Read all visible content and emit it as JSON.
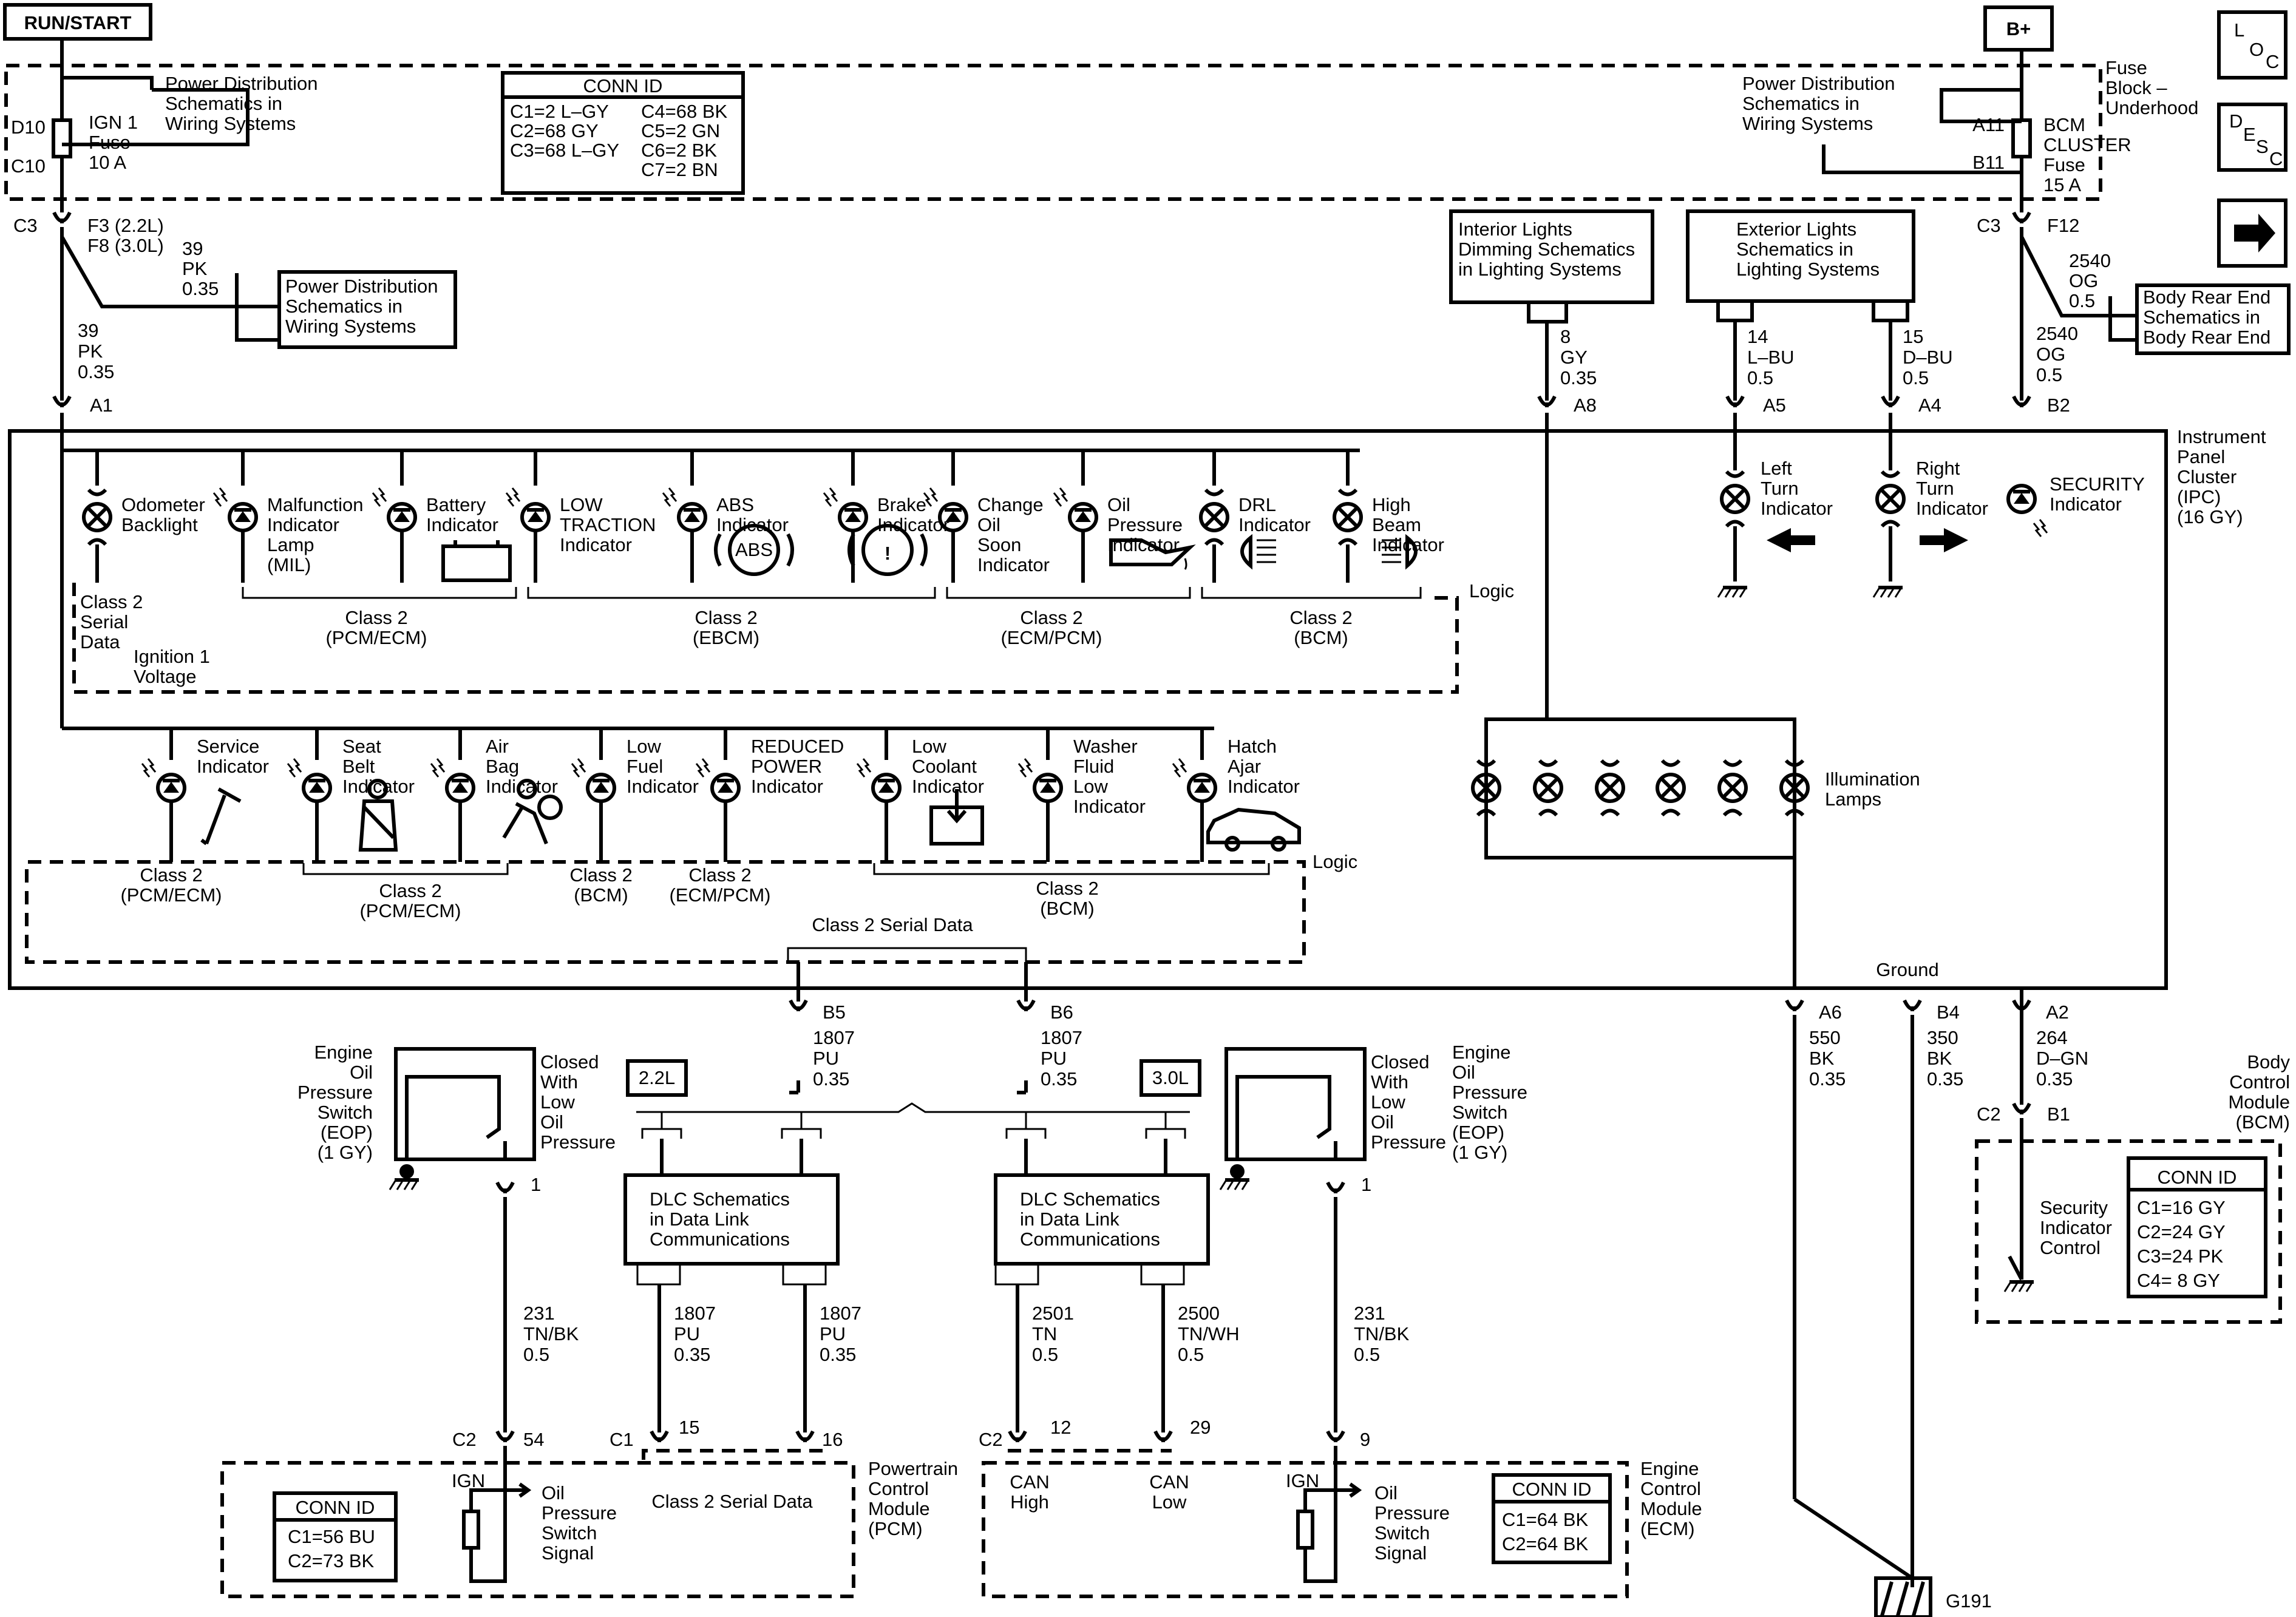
{
  "headers": {
    "run_start": "RUN/START",
    "b_plus": "B+"
  },
  "side_buttons": {
    "loc": [
      "L",
      "O",
      "C"
    ],
    "desc": [
      "D",
      "E",
      "S",
      "C"
    ],
    "next": "next-arrow-icon"
  },
  "fuse_block": {
    "label": [
      "Fuse",
      "Block –",
      "Underhood"
    ]
  },
  "left_fuse": {
    "terminals": [
      "D10",
      "C10"
    ],
    "label": [
      "IGN 1",
      "Fuse",
      "10 A"
    ],
    "pds": [
      "Power Distribution",
      "Schematics in",
      "Wiring Systems"
    ]
  },
  "right_fuse": {
    "terminals": [
      "A11",
      "B11"
    ],
    "label": [
      "BCM",
      "CLUSTER",
      "Fuse",
      "15 A"
    ],
    "pds": [
      "Power Distribution",
      "Schematics in",
      "Wiring Systems"
    ]
  },
  "conn_top": {
    "title": "CONN ID",
    "left": [
      "C1=2 L–GY",
      "C2=68 GY",
      "C3=68 L–GY"
    ],
    "right": [
      "C4=68 BK",
      "C5=2 GN",
      "C6=2 BK",
      "C7=2 BN"
    ]
  },
  "left_feed": {
    "connector": "C3",
    "pins": [
      "F3 (2.2L)",
      "F8 (3.0L)"
    ],
    "branch_wire": [
      "39",
      "PK",
      "0.35"
    ],
    "branch_ref": [
      "Power Distribution",
      "Schematics in",
      "Wiring Systems"
    ],
    "wire": [
      "39",
      "PK",
      "0.35"
    ],
    "ipc_pin": "A1"
  },
  "right_feed": {
    "connector": "C3",
    "pin": "F12",
    "branch_wire": [
      "2540",
      "OG",
      "0.5"
    ],
    "branch_ref": [
      "Body Rear End",
      "Schematics in",
      "Body Rear End"
    ],
    "wire": [
      "2540",
      "OG",
      "0.5"
    ],
    "ipc_pin": "B2"
  },
  "interior_ref": {
    "label": [
      "Interior Lights",
      "Dimming Schematics",
      "in Lighting Systems"
    ],
    "wire": [
      "8",
      "GY",
      "0.35"
    ],
    "pin": "A8"
  },
  "exterior_ref": {
    "label": [
      "Exterior Lights",
      "Schematics in",
      "Lighting Systems"
    ],
    "wires": [
      {
        "wire": [
          "14",
          "L–BU",
          "0.5"
        ],
        "pin": "A5"
      },
      {
        "wire": [
          "15",
          "D–BU",
          "0.5"
        ],
        "pin": "A4"
      }
    ]
  },
  "ipc": {
    "label": [
      "Instrument",
      "Panel",
      "Cluster",
      "(IPC)",
      "(16 GY)"
    ]
  },
  "top_indicators": [
    {
      "label": [
        "Odometer",
        "Backlight"
      ]
    },
    {
      "label": [
        "Malfunction",
        "Indicator",
        "Lamp",
        "(MIL)"
      ]
    },
    {
      "label": [
        "Battery",
        "Indicator"
      ]
    },
    {
      "label": [
        "LOW",
        "TRACTION",
        "Indicator"
      ]
    },
    {
      "label": [
        "ABS",
        "Indicator"
      ],
      "symbol": "ABS"
    },
    {
      "label": [
        "Brake",
        "Indicator"
      ],
      "symbol": "!"
    },
    {
      "label": [
        "Change",
        "Oil",
        "Soon",
        "Indicator"
      ]
    },
    {
      "label": [
        "Oil",
        "Pressure",
        "Indicator"
      ]
    },
    {
      "label": [
        "DRL",
        "Indicator"
      ]
    },
    {
      "label": [
        "High",
        "Beam",
        "Indicator"
      ]
    }
  ],
  "turn_indicators": [
    {
      "label": [
        "Left",
        "Turn",
        "Indicator"
      ]
    },
    {
      "label": [
        "Right",
        "Turn",
        "Indicator"
      ]
    }
  ],
  "security_indicator": {
    "label": [
      "SECURITY",
      "Indicator"
    ]
  },
  "top_logic": {
    "serial": [
      "Class 2",
      "Serial",
      "Data"
    ],
    "groups": [
      [
        "Class 2",
        "(PCM/ECM)"
      ],
      [
        "Class 2",
        "(EBCM)"
      ],
      [
        "Class 2",
        "(ECM/PCM)"
      ],
      [
        "Class 2",
        "(BCM)"
      ]
    ],
    "logic": "Logic"
  },
  "ignition_voltage": [
    "Ignition 1",
    "Voltage"
  ],
  "bottom_indicators": [
    {
      "label": [
        "Service",
        "Indicator"
      ]
    },
    {
      "label": [
        "Seat",
        "Belt",
        "Indicator"
      ]
    },
    {
      "label": [
        "Air",
        "Bag",
        "Indicator"
      ]
    },
    {
      "label": [
        "Low",
        "Fuel",
        "Indicator"
      ]
    },
    {
      "label": [
        "REDUCED",
        "POWER",
        "Indicator"
      ]
    },
    {
      "label": [
        "Low",
        "Coolant",
        "Indicator"
      ]
    },
    {
      "label": [
        "Washer",
        "Fluid",
        "Low",
        "Indicator"
      ]
    },
    {
      "label": [
        "Hatch",
        "Ajar",
        "Indicator"
      ]
    }
  ],
  "bottom_logic": {
    "groups": [
      [
        "Class 2",
        "(PCM/ECM)"
      ],
      [
        "Class 2",
        "(PCM/ECM)"
      ],
      [
        "Class 2",
        "(BCM)"
      ],
      [
        "Class 2",
        "(ECM/PCM)"
      ],
      [
        "Class 2",
        "(BCM)"
      ]
    ],
    "logic": "Logic",
    "serial": "Class 2 Serial Data"
  },
  "illumination": {
    "label": [
      "Illumination",
      "Lamps"
    ],
    "count": 6
  },
  "ground_label": "Ground",
  "ipc_bottom_pins": [
    {
      "pin": "B5",
      "wire": [
        "1807",
        "PU",
        "0.35"
      ]
    },
    {
      "pin": "B6",
      "wire": [
        "1807",
        "PU",
        "0.35"
      ]
    },
    {
      "pin": "A6",
      "wire": [
        "550",
        "BK",
        "0.35"
      ]
    },
    {
      "pin": "B4",
      "wire": [
        "350",
        "BK",
        "0.35"
      ]
    },
    {
      "pin": "A2",
      "wire": [
        "264",
        "D–GN",
        "0.35"
      ]
    }
  ],
  "engine_tags": {
    "l22": "2.2L",
    "l30": "3.0L"
  },
  "eop_left": {
    "switch_text": [
      "Closed",
      "With",
      "Low",
      "Oil",
      "Pressure"
    ],
    "label": [
      "Engine",
      "Oil",
      "Pressure",
      "Switch",
      "(EOP)",
      "(1 GY)"
    ],
    "pin": "1",
    "wire": [
      "231",
      "TN/BK",
      "0.5"
    ]
  },
  "eop_right": {
    "switch_text": [
      "Closed",
      "With",
      "Low",
      "Oil",
      "Pressure"
    ],
    "label": [
      "Engine",
      "Oil",
      "Pressure",
      "Switch",
      "(EOP)",
      "(1 GY)"
    ],
    "pin": "1",
    "wire": [
      "231",
      "TN/BK",
      "0.5"
    ]
  },
  "dlc_left": {
    "label": [
      "DLC Schematics",
      "in Data Link",
      "Communications"
    ],
    "wires": [
      [
        "1807",
        "PU",
        "0.35"
      ],
      [
        "1807",
        "PU",
        "0.35"
      ]
    ]
  },
  "dlc_right": {
    "label": [
      "DLC Schematics",
      "in Data Link",
      "Communications"
    ],
    "wires": [
      [
        "2501",
        "TN",
        "0.5"
      ],
      [
        "2500",
        "TN/WH",
        "0.5"
      ]
    ]
  },
  "pcm": {
    "label": [
      "Powertrain",
      "Control",
      "Module",
      "(PCM)"
    ],
    "c2": "C2",
    "pin54": "54",
    "c1": "C1",
    "pin15": "15",
    "pin16": "16",
    "ign": "IGN",
    "signal": [
      "Oil",
      "Pressure",
      "Switch",
      "Signal"
    ],
    "serial": "Class 2 Serial Data",
    "conn": {
      "title": "CONN ID",
      "rows": [
        "C1=56 BU",
        "C2=73 BK"
      ]
    }
  },
  "ecm": {
    "label": [
      "Engine",
      "Control",
      "Module",
      "(ECM)"
    ],
    "c2": "C2",
    "pin12": "12",
    "pin29": "29",
    "pin9": "9",
    "can_high": [
      "CAN",
      "High"
    ],
    "can_low": [
      "CAN",
      "Low"
    ],
    "ign": "IGN",
    "signal": [
      "Oil",
      "Pressure",
      "Switch",
      "Signal"
    ],
    "conn": {
      "title": "CONN ID",
      "rows": [
        "C1=64 BK",
        "C2=64 BK"
      ]
    }
  },
  "bcm": {
    "label": [
      "Body",
      "Control",
      "Module",
      "(BCM)"
    ],
    "c2": "C2",
    "pin": "B1",
    "control": [
      "Security",
      "Indicator",
      "Control"
    ],
    "conn": {
      "title": "CONN ID",
      "rows": [
        "C1=16 GY",
        "C2=24 GY",
        "C3=24 PK",
        "C4=  8 GY"
      ]
    }
  },
  "ground_id": "G191"
}
